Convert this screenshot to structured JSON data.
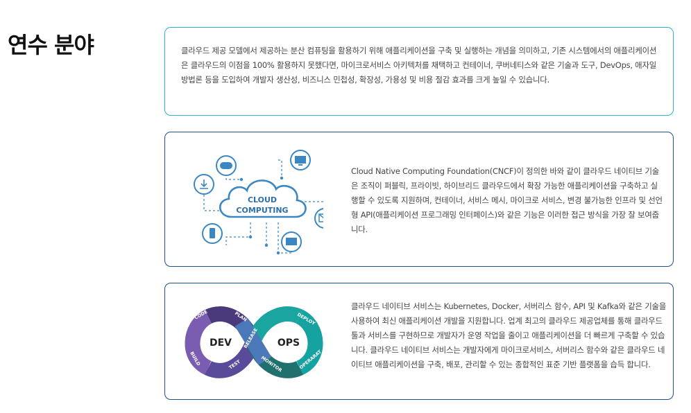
{
  "section": {
    "title": "연수 분야"
  },
  "cards": [
    {
      "text": "클라우드 제공 모델에서 제공하는 분산 컴퓨팅을 활용하기 위해 애플리케이션을 구축 및 실행하는 개념을 의미하고, 기존 시스템에서의 애플리케이션은 클라우드의 이점을 100% 활용하지 못했다면, 마이크로서비스 아키텍처를 채택하고 컨테이너, 쿠버네티스와 같은 기술과 도구, DevOps, 애자일 방법론 등을 도입하여 개발자 생산성, 비즈니스 민첩성, 확장성, 가용성 및 비용 절감 효과를 크게 높일 수 있습니다."
    },
    {
      "text": "Cloud Native Computing Foundation(CNCF)이 정의한 바와 같이 클라우드 네이티브 기술은 조직이 퍼블릭, 프라이빗, 하이브리드 클라우드에서 확장 가능한 애플리케이션을 구축하고 실행할 수 있도록 지원하며, 컨테이너, 서비스 메시, 마이크로 서비스, 변경 불가능한 인프라 및 선언형 API(애플리케이션 프로그래밍 인터페이스)와 같은 기능은 이러한 접근 방식을 가장 잘 보여줍니다.",
      "illustration": {
        "line1": "CLOUD",
        "line2": "COMPUTING"
      }
    },
    {
      "text": "클라우드 네이티브 서비스는 Kubernetes, Docker, 서버리스 함수, API 및 Kafka와 같은 기술을 사용하여 최신 애플리케이션 개발을 지원합니다. 업계 최고의 클라우드 제공업체를 통해 클라우드 툴과 서비스를 구현하므로 개발자가 운영 작업을 줄이고 애플리케이션을 더 빠르게 구축할 수 있습니다. 클라우드 네이티브 서비스는 개발자에게 마이크로서비스, 서버리스 함수와 같은 클라우드 네이티브 애플리케이션을 구축, 배포, 관리할 수 있는 종합적인 표준 기반 플랫폼을 습득 합니다.",
      "illustration": {
        "dev": "DEV",
        "ops": "OPS",
        "stages": [
          "CODE",
          "PLAN",
          "RELEASE",
          "DEPLOY",
          "BUILD",
          "TEST",
          "MONITOR",
          "OPERARAT"
        ]
      }
    }
  ],
  "colors": {
    "accent_cyan": "#2ab4cf",
    "border_navy": "#1f4f8a",
    "cloud_blue": "#3a87c4",
    "devops_purple": "#6b4f9e",
    "devops_teal": "#1aa5a0"
  },
  "icons": [
    "download-icon",
    "gamepad-icon",
    "monitor-icon",
    "email-icon",
    "mobile-icon",
    "tablet-icon"
  ]
}
